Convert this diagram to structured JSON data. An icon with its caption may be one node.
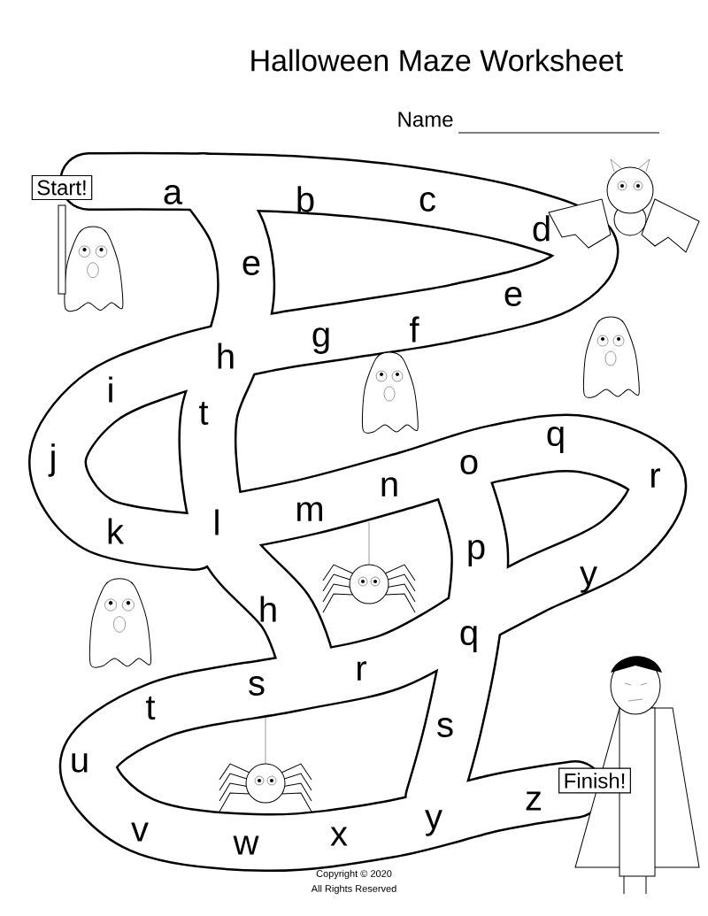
{
  "diagram": {
    "title": "Halloween Maze Worksheet",
    "nodes": [
      {
        "text": [
          "Start!"
        ]
      },
      {
        "text": [
          "Finish!"
        ]
      }
    ],
    "labels": [
      "Name",
      "a",
      "b",
      "c",
      "d",
      "e",
      "e",
      "f",
      "g",
      "h",
      "i",
      "t",
      "j",
      "q",
      "o",
      "n",
      "r",
      "m",
      "k",
      "l",
      "p",
      "y",
      "h",
      "q",
      "r",
      "s",
      "t",
      "s",
      "u",
      "z",
      "v",
      "w",
      "x",
      "y",
      "Copyright © 2020",
      "All Rights Reserved"
    ]
  }
}
